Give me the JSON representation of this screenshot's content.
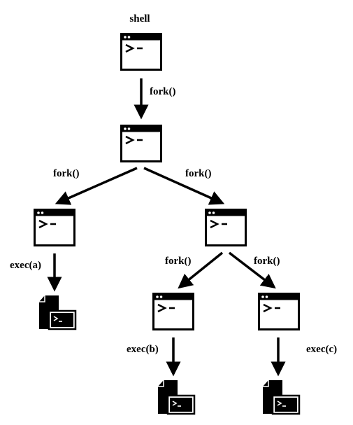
{
  "root_label": "shell",
  "edges": [
    {
      "from": "shell",
      "to": "child",
      "label": "fork()"
    },
    {
      "from": "child",
      "to": "proc-a",
      "label": "fork()"
    },
    {
      "from": "child",
      "to": "child2",
      "label": "fork()"
    },
    {
      "from": "proc-a",
      "to": "program-a",
      "label": "exec(a)"
    },
    {
      "from": "child2",
      "to": "proc-b",
      "label": "fork()"
    },
    {
      "from": "child2",
      "to": "proc-c",
      "label": "fork()"
    },
    {
      "from": "proc-b",
      "to": "program-b",
      "label": "exec(b)"
    },
    {
      "from": "proc-c",
      "to": "program-c",
      "label": "exec(c)"
    }
  ],
  "terminal_prompt": ">-",
  "icons": {
    "process": "terminal-window-icon",
    "program": "executable-file-icon"
  },
  "colors": {
    "stroke": "#000000",
    "background": "#ffffff"
  }
}
